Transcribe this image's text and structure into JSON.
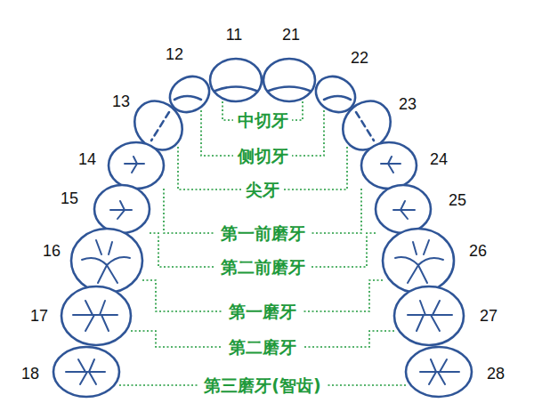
{
  "diagram": {
    "labels": [
      "11",
      "21",
      "12",
      "22",
      "13",
      "23",
      "14",
      "24",
      "15",
      "25",
      "16",
      "26",
      "17",
      "27",
      "18",
      "28",
      "中切牙",
      "侧切牙",
      "尖牙",
      "第一前磨牙",
      "第二前磨牙",
      "第一磨牙",
      "第二磨牙",
      "第三磨牙(智齿)"
    ]
  }
}
